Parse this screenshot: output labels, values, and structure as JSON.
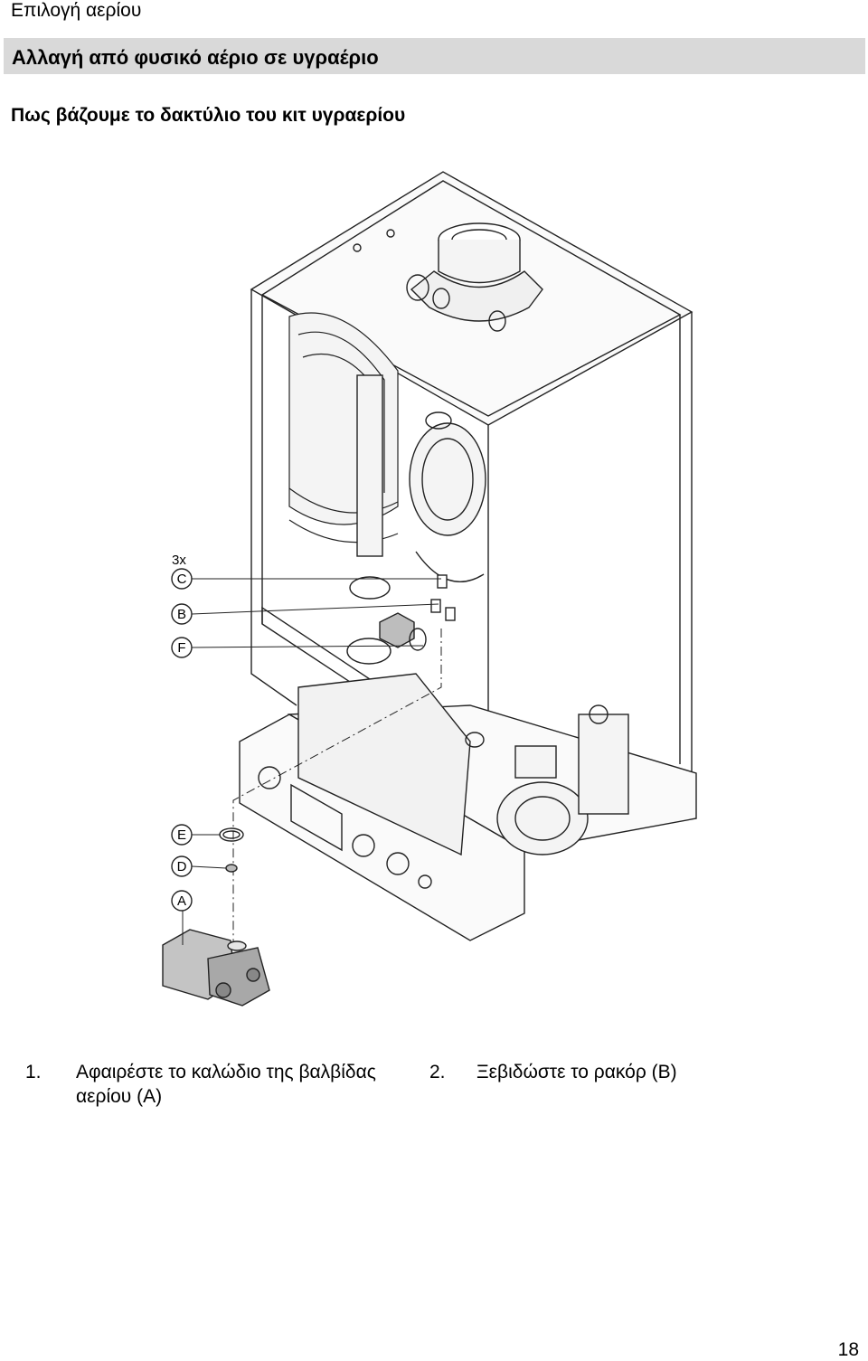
{
  "header": {
    "title": "Επιλογή αερίου"
  },
  "section": {
    "title": "Αλλαγή από φυσικό αέριο σε υγραέριο"
  },
  "subheading": "Πως βάζουμε το δακτύλιο του κιτ υγραερίου",
  "figure": {
    "quantity_label": "3x",
    "callouts": [
      "C",
      "B",
      "F",
      "E",
      "D",
      "A"
    ]
  },
  "steps": [
    {
      "number": "1.",
      "text": "Αφαιρέστε το καλώδιο της βαλβίδας αερίου (A)"
    },
    {
      "number": "2.",
      "text": "Ξεβιδώστε το ρακόρ (B)"
    }
  ],
  "page": {
    "number": "18"
  }
}
